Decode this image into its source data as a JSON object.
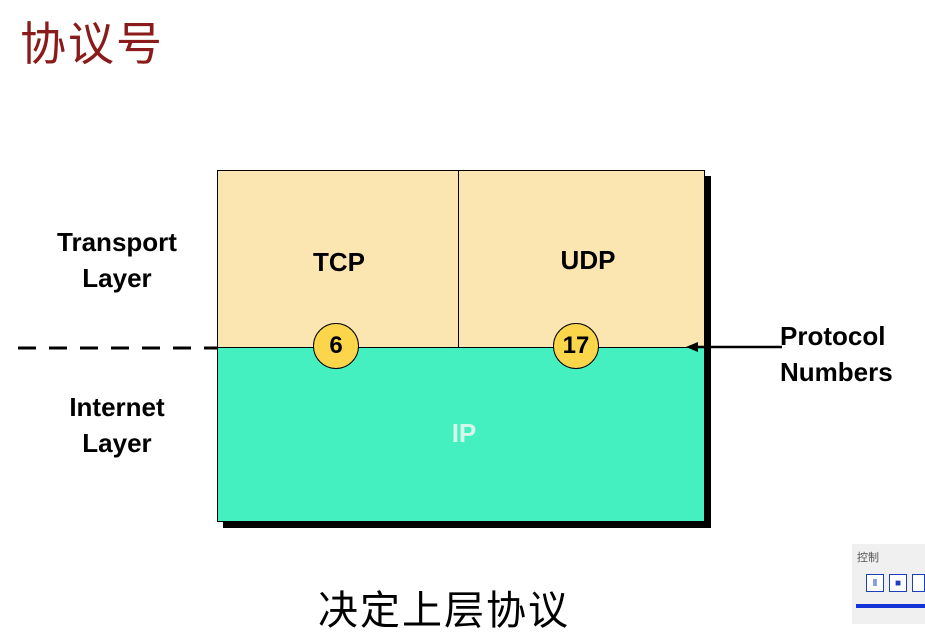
{
  "slide": {
    "title": "协议号",
    "footer": "决定上层协议"
  },
  "diagram": {
    "layers": {
      "transport": {
        "label_line1": "Transport",
        "label_line2": "Layer"
      },
      "internet": {
        "label_line1": "Internet",
        "label_line2": "Layer"
      }
    },
    "protocols": {
      "tcp": "TCP",
      "udp": "UDP",
      "ip": "IP"
    },
    "numbers": {
      "tcp": "6",
      "udp": "17"
    },
    "callout": {
      "line1": "Protocol",
      "line2": "Numbers"
    },
    "colors": {
      "transport": "#fbe6b2",
      "internet": "#44f0c0",
      "number_circle": "#fcd64a",
      "title": "#8b1a1a"
    }
  },
  "control_widget": {
    "label": "控制",
    "icons": [
      "pause-icon",
      "stop-icon",
      "more-icon"
    ]
  }
}
